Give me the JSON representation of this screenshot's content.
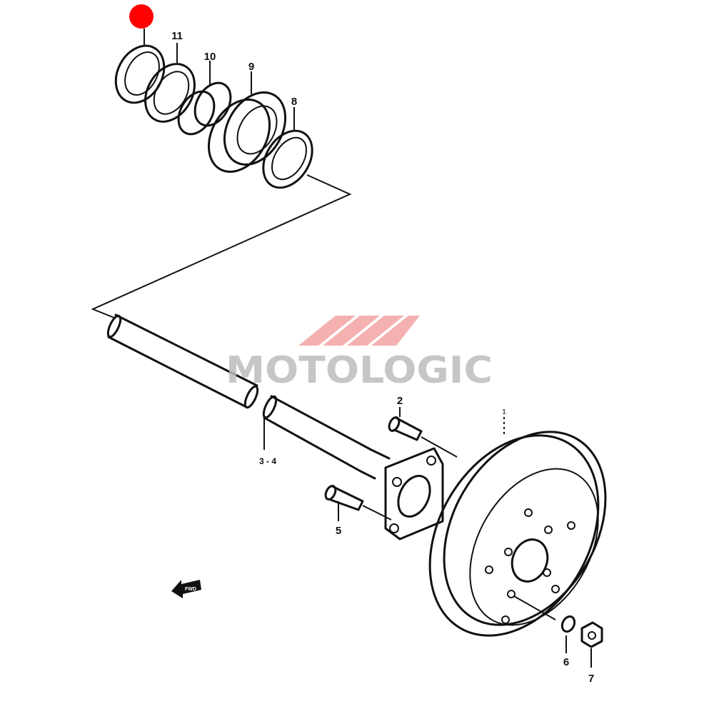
{
  "diagram": {
    "callouts": [
      {
        "id": "11",
        "label": "11"
      },
      {
        "id": "10",
        "label": "10"
      },
      {
        "id": "9",
        "label": "9"
      },
      {
        "id": "8",
        "label": "8"
      },
      {
        "id": "2",
        "label": "2"
      },
      {
        "id": "3-4",
        "label": "3 - 4"
      },
      {
        "id": "5",
        "label": "5"
      },
      {
        "id": "6",
        "label": "6"
      },
      {
        "id": "7",
        "label": "7"
      },
      {
        "id": "1",
        "label": "1"
      }
    ],
    "fwd_label": "FWD",
    "highlight_color": "#ff0000"
  },
  "watermark": {
    "text": "MOTOLOGIC",
    "logo_color": "#f4a3a3"
  }
}
